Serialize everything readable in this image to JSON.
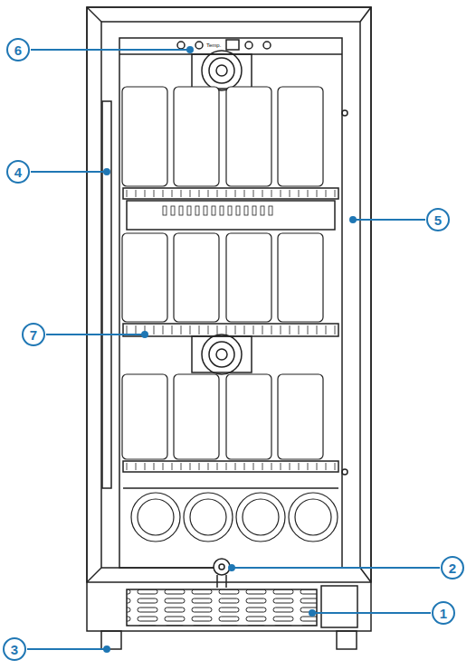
{
  "diagram": {
    "nodes": [
      {
        "text": [
          "6"
        ]
      },
      {
        "text": [
          "4"
        ]
      },
      {
        "text": [
          "5"
        ]
      },
      {
        "text": [
          "7"
        ]
      },
      {
        "text": [
          "2"
        ]
      },
      {
        "text": [
          "1"
        ]
      },
      {
        "text": [
          "3"
        ]
      }
    ],
    "labels": [
      "Temp."
    ]
  }
}
